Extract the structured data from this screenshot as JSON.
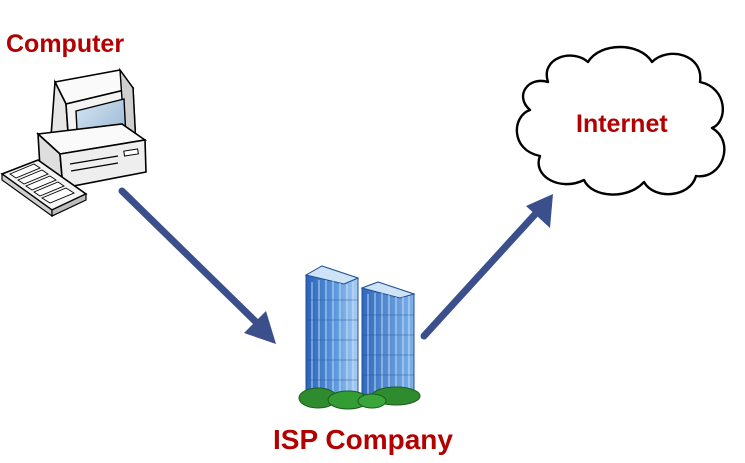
{
  "labels": {
    "computer": "Computer",
    "internet": "Internet",
    "isp": "ISP Company"
  },
  "colors": {
    "label": "#b30000",
    "arrow": "#3b4f8c",
    "building_blue": "#3f79c9",
    "building_light": "#a9cdf2",
    "foliage": "#2e8b2e",
    "cloud_stroke": "#000000",
    "computer_body": "#f0f0f0"
  },
  "icons": {
    "computer": "desktop-computer-icon",
    "isp": "office-buildings-icon",
    "internet": "cloud-icon"
  },
  "connections": [
    {
      "from": "computer",
      "to": "isp"
    },
    {
      "from": "isp",
      "to": "internet"
    }
  ]
}
